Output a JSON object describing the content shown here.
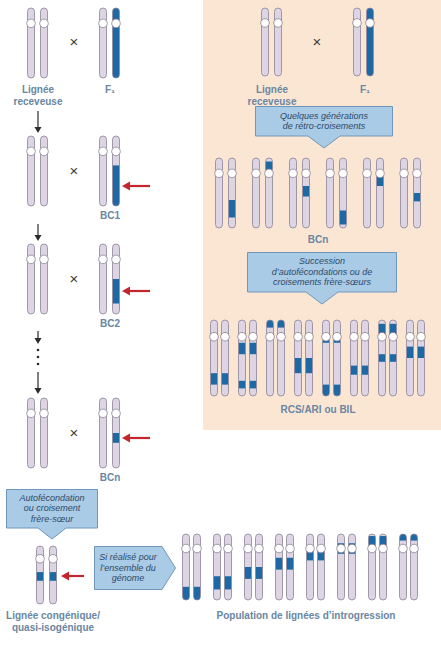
{
  "diagram": {
    "nodes": [
      {
        "text": [
          "Lignée receveuse",
          "F₁",
          "BCn",
          "RCS/ARI ou BIL"
        ]
      },
      {
        "text": [
          "Quelques générations de rétro-croisements"
        ],
        "in": 0
      },
      {
        "text": [
          "Succession d’autofécondations ou de croisements frère-sœurs"
        ],
        "in": 0
      },
      {
        "text": [
          "Autofécondation ou croisement frère-sœur"
        ]
      },
      {
        "text": [
          "Si réalisé pour l’ensemble du génome"
        ]
      }
    ],
    "labels": [
      "×",
      "Lignée receveuse",
      "F₁",
      "×",
      "BC1",
      "×",
      "BC2",
      "×",
      "BCn",
      "Lignée congénique/ quasi-isogénique",
      "Population de lignées d’introgression",
      "×"
    ]
  }
}
